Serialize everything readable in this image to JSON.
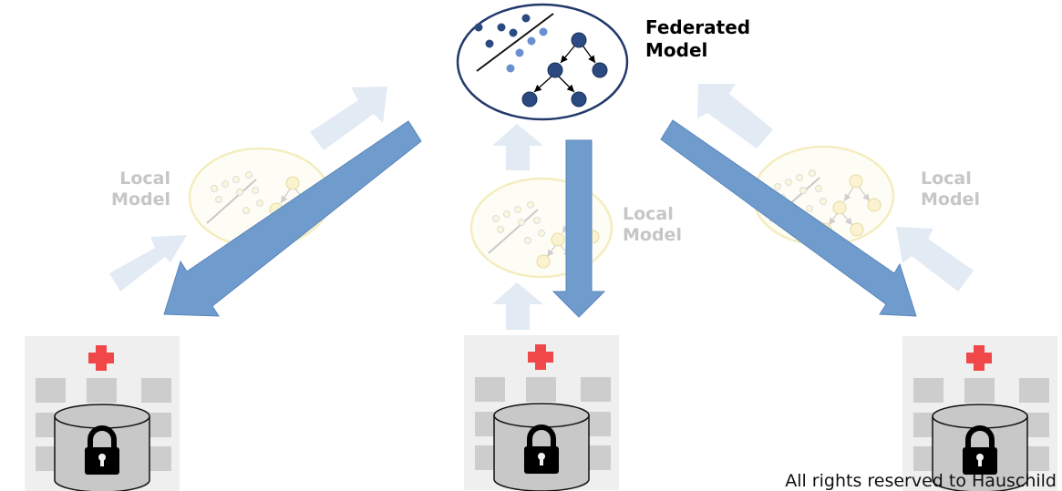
{
  "federated_model": {
    "label_line1": "Federated",
    "label_line2": "Model"
  },
  "local_models": [
    {
      "label_line1": "Local",
      "label_line2": "Model"
    },
    {
      "label_line1": "Local",
      "label_line2": "Model"
    },
    {
      "label_line1": "Local",
      "label_line2": "Model"
    }
  ],
  "hospitals": [
    {
      "icon": "hospital-building-icon",
      "database_icon": "locked-database-icon"
    },
    {
      "icon": "hospital-building-icon",
      "database_icon": "locked-database-icon"
    },
    {
      "icon": "hospital-building-icon",
      "database_icon": "locked-database-icon"
    }
  ],
  "credit": "All rights reserved to Hauschild",
  "colors": {
    "download_arrow": "#6f9bcd",
    "upload_arrow": "#e2eaf4",
    "federated_outline": "#23396b",
    "node_dark": "#2c4a82",
    "node_light": "#6a90cf",
    "local_outline": "#f4edc0",
    "hospital_cross": "#f04848"
  }
}
